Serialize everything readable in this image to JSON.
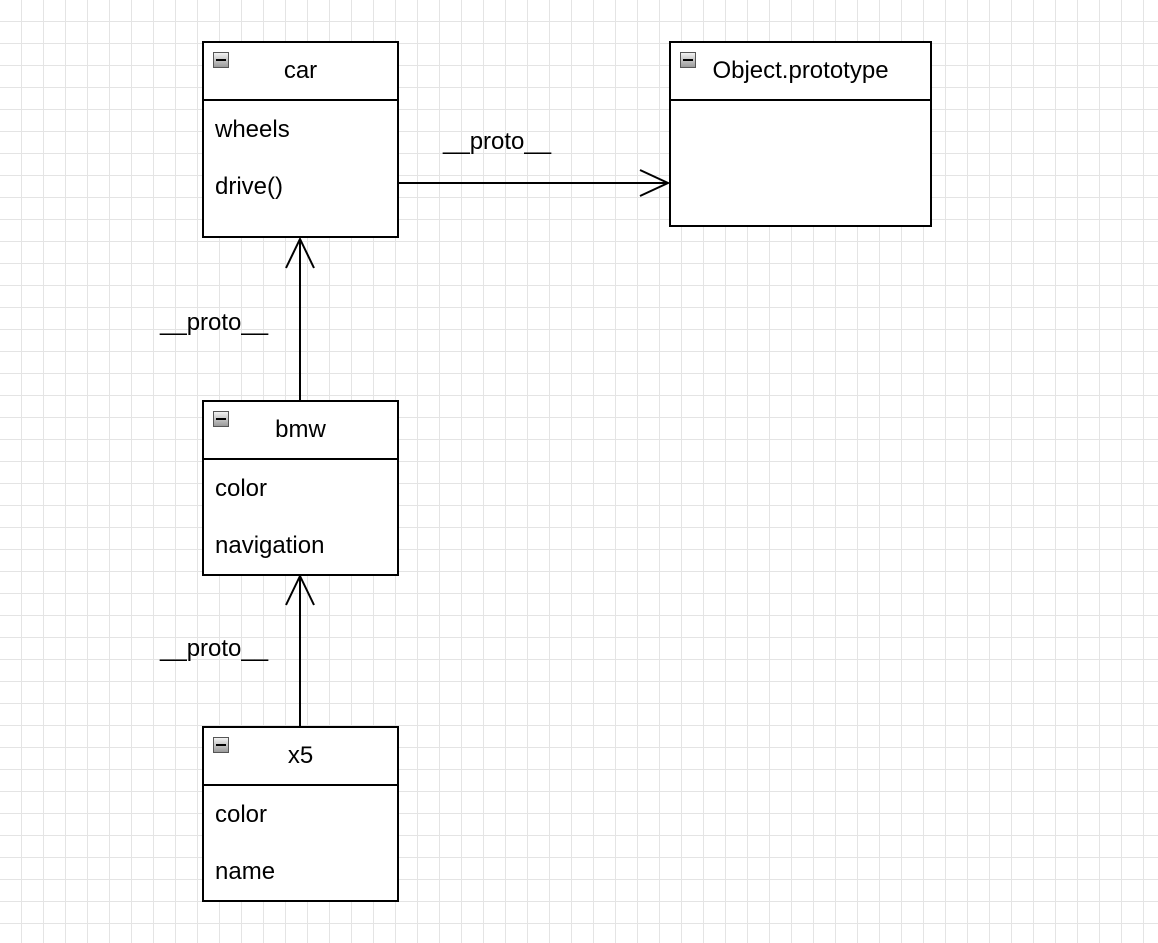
{
  "diagram": {
    "classes": {
      "car": {
        "title": "car",
        "members": [
          "wheels",
          "drive()"
        ]
      },
      "object_prototype": {
        "title": "Object.prototype",
        "members": []
      },
      "bmw": {
        "title": "bmw",
        "members": [
          "color",
          "navigation"
        ]
      },
      "x5": {
        "title": "x5",
        "members": [
          "color",
          "name"
        ]
      }
    },
    "edges": [
      {
        "from": "car",
        "to": "object_prototype",
        "label": "__proto__"
      },
      {
        "from": "bmw",
        "to": "car",
        "label": "__proto__"
      },
      {
        "from": "x5",
        "to": "bmw",
        "label": "__proto__"
      }
    ]
  }
}
